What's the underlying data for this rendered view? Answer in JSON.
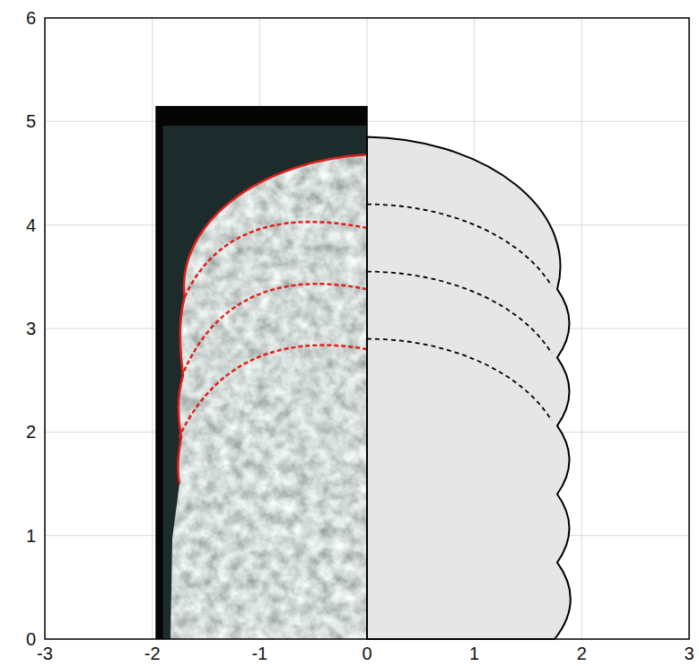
{
  "diagram": {
    "labels": [
      "6",
      "5",
      "4",
      "3",
      "2",
      "1",
      "0",
      "-3",
      "-2",
      "-1",
      "0",
      "1",
      "2",
      "3"
    ]
  }
}
